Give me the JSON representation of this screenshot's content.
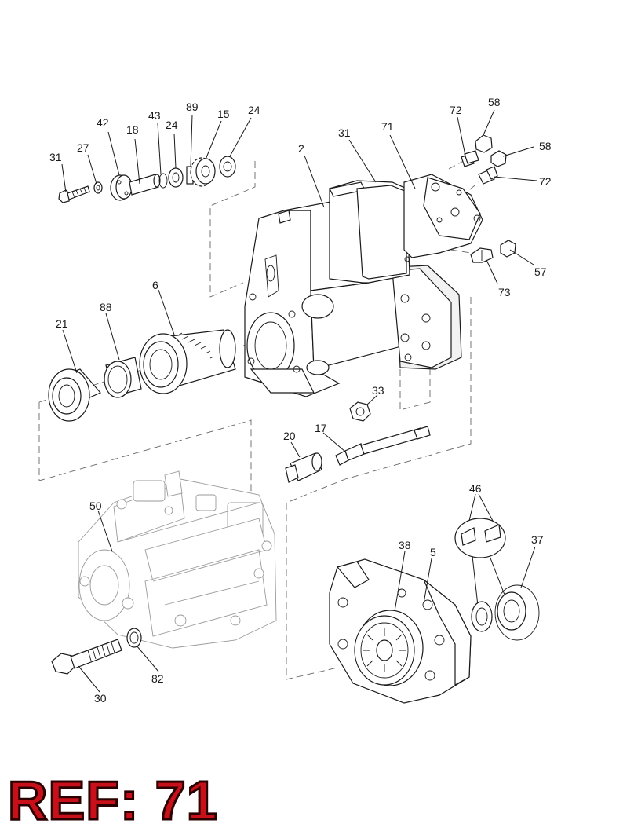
{
  "reference": {
    "text": "REF: 71",
    "color": "#c8101a"
  },
  "callouts": [
    {
      "id": "c-31a",
      "text": "31"
    },
    {
      "id": "c-27",
      "text": "27"
    },
    {
      "id": "c-42",
      "text": "42"
    },
    {
      "id": "c-18",
      "text": "18"
    },
    {
      "id": "c-43",
      "text": "43"
    },
    {
      "id": "c-24a",
      "text": "24"
    },
    {
      "id": "c-89",
      "text": "89"
    },
    {
      "id": "c-15",
      "text": "15"
    },
    {
      "id": "c-24b",
      "text": "24"
    },
    {
      "id": "c-2",
      "text": "2"
    },
    {
      "id": "c-31b",
      "text": "31"
    },
    {
      "id": "c-71",
      "text": "71"
    },
    {
      "id": "c-72a",
      "text": "72"
    },
    {
      "id": "c-58a",
      "text": "58"
    },
    {
      "id": "c-58b",
      "text": "58"
    },
    {
      "id": "c-72b",
      "text": "72"
    },
    {
      "id": "c-57",
      "text": "57"
    },
    {
      "id": "c-73",
      "text": "73"
    },
    {
      "id": "c-6",
      "text": "6"
    },
    {
      "id": "c-88",
      "text": "88"
    },
    {
      "id": "c-21",
      "text": "21"
    },
    {
      "id": "c-33",
      "text": "33"
    },
    {
      "id": "c-20",
      "text": "20"
    },
    {
      "id": "c-17",
      "text": "17"
    },
    {
      "id": "c-50",
      "text": "50"
    },
    {
      "id": "c-46",
      "text": "46"
    },
    {
      "id": "c-37",
      "text": "37"
    },
    {
      "id": "c-38",
      "text": "38"
    },
    {
      "id": "c-5",
      "text": "5"
    },
    {
      "id": "c-30",
      "text": "30"
    },
    {
      "id": "c-82",
      "text": "82"
    }
  ]
}
